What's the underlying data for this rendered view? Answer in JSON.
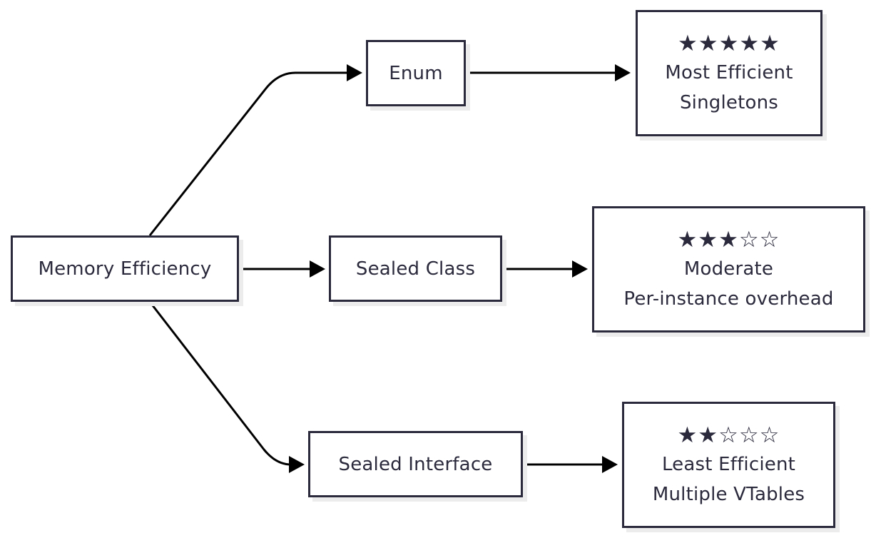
{
  "diagram": {
    "root": {
      "label": "Memory Efficiency"
    },
    "branches": [
      {
        "label": "Enum",
        "result": {
          "rating": "★★★★★",
          "line1": "Most Efficient",
          "line2": "Singletons"
        }
      },
      {
        "label": "Sealed Class",
        "result": {
          "rating": "★★★☆☆",
          "line1": "Moderate",
          "line2": "Per-instance overhead"
        }
      },
      {
        "label": "Sealed Interface",
        "result": {
          "rating": "★★☆☆☆",
          "line1": "Least Efficient",
          "line2": "Multiple VTables"
        }
      }
    ]
  }
}
